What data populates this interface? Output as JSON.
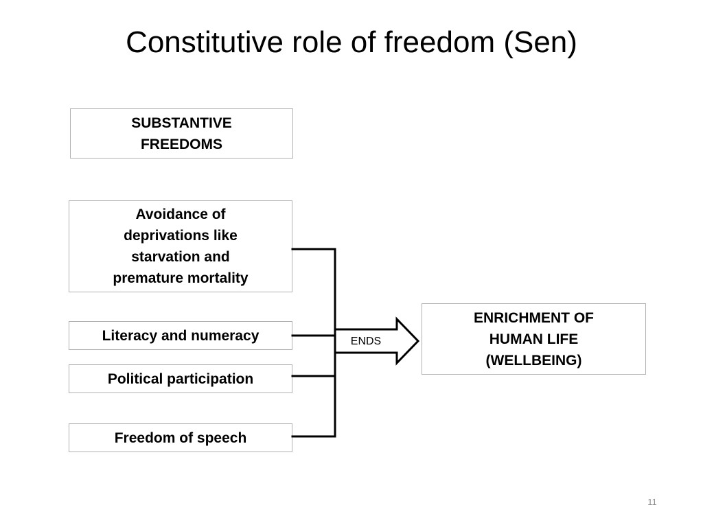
{
  "slide": {
    "title": "Constitutive role of freedom (Sen)",
    "page_number": "11"
  },
  "diagram": {
    "header_box": "SUBSTANTIVE\nFREEDOMS",
    "freedoms": [
      "Avoidance of\ndeprivations like\nstarvation and\npremature mortality",
      "Literacy and numeracy",
      "Political participation",
      "Freedom of speech"
    ],
    "arrow_label": "ENDS",
    "outcome_box": "ENRICHMENT OF\nHUMAN LIFE\n(WELLBEING)"
  },
  "colors": {
    "box_border": "#b0b0b0",
    "line": "#000000",
    "page_number": "#8a8a8a"
  }
}
